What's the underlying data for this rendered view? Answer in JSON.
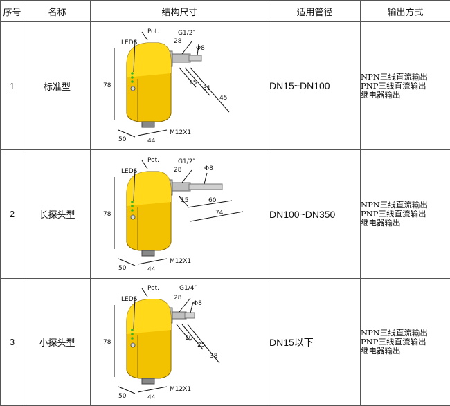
{
  "header": {
    "col_index": "序号",
    "col_name": "名称",
    "col_structure": "结构尺寸",
    "col_pipe": "适用管径",
    "col_output": "输出方式"
  },
  "rows": [
    {
      "index": "1",
      "name": "标准型",
      "pipe": "DN15~DN100",
      "output": [
        "NPN三线直流输出",
        "PNP三线直流输出",
        "继电器输出"
      ],
      "labels": {
        "pot": "Pot.",
        "leds": "LEDS",
        "thread": "G1/2″",
        "hex": "28",
        "probe": "Φ8",
        "height": "78",
        "depth": "50",
        "width": "44",
        "connector": "M12X1",
        "d1": "15",
        "d2": "31",
        "d3": "45"
      }
    },
    {
      "index": "2",
      "name": "长探头型",
      "pipe": "DN100~DN350",
      "output": [
        "NPN三线直流输出",
        "PNP三线直流输出",
        "继电器输出"
      ],
      "labels": {
        "pot": "Pot.",
        "leds": "LEDS",
        "thread": "G1/2″",
        "hex": "28",
        "probe": "Φ8",
        "height": "78",
        "depth": "50",
        "width": "44",
        "connector": "M12X1",
        "d1": "15",
        "d2": "60",
        "d3": "74"
      }
    },
    {
      "index": "3",
      "name": "小探头型",
      "pipe": "DN15以下",
      "output": [
        "NPN三线直流输出",
        "PNP三线直流输出",
        "继电器输出"
      ],
      "labels": {
        "pot": "Pot.",
        "leds": "LEDS",
        "thread": "G1/4″",
        "hex": "28",
        "probe": "Φ8",
        "height": "78",
        "depth": "50",
        "width": "44",
        "connector": "M12X1",
        "d1": "10",
        "d2": "25",
        "d3": "38"
      }
    }
  ],
  "colors": {
    "body": "#f2c200",
    "body_dark": "#c99a00",
    "body_light": "#ffe24a",
    "metal": "#bfbfbf",
    "led": "#2db52d"
  }
}
